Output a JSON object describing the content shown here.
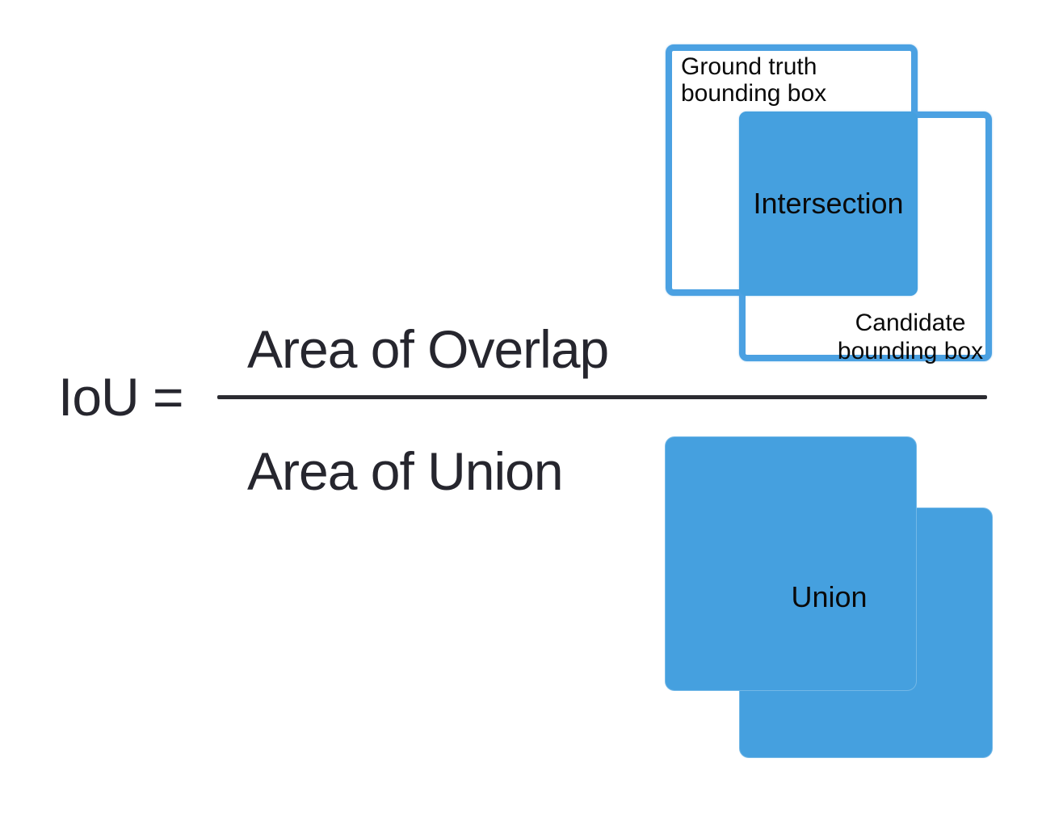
{
  "formula": {
    "lhs": "IoU =",
    "numerator": "Area of Overlap",
    "denominator": "Area of Union"
  },
  "intersection_diagram": {
    "ground_truth_box": {
      "label_line1": "Ground truth",
      "label_line2": "bounding box"
    },
    "candidate_box": {
      "label_line1": "Candidate",
      "label_line2": "bounding box"
    },
    "intersection_label": "Intersection"
  },
  "union_diagram": {
    "union_label": "Union"
  },
  "colors": {
    "box_border_blue": "#4BA1E2",
    "fill_blue": "#45A0DF",
    "formula_text": "#26262E",
    "fraction_bar": "#2B2B31",
    "label_text": "#0A0A0A",
    "background": "#FFFFFF"
  }
}
